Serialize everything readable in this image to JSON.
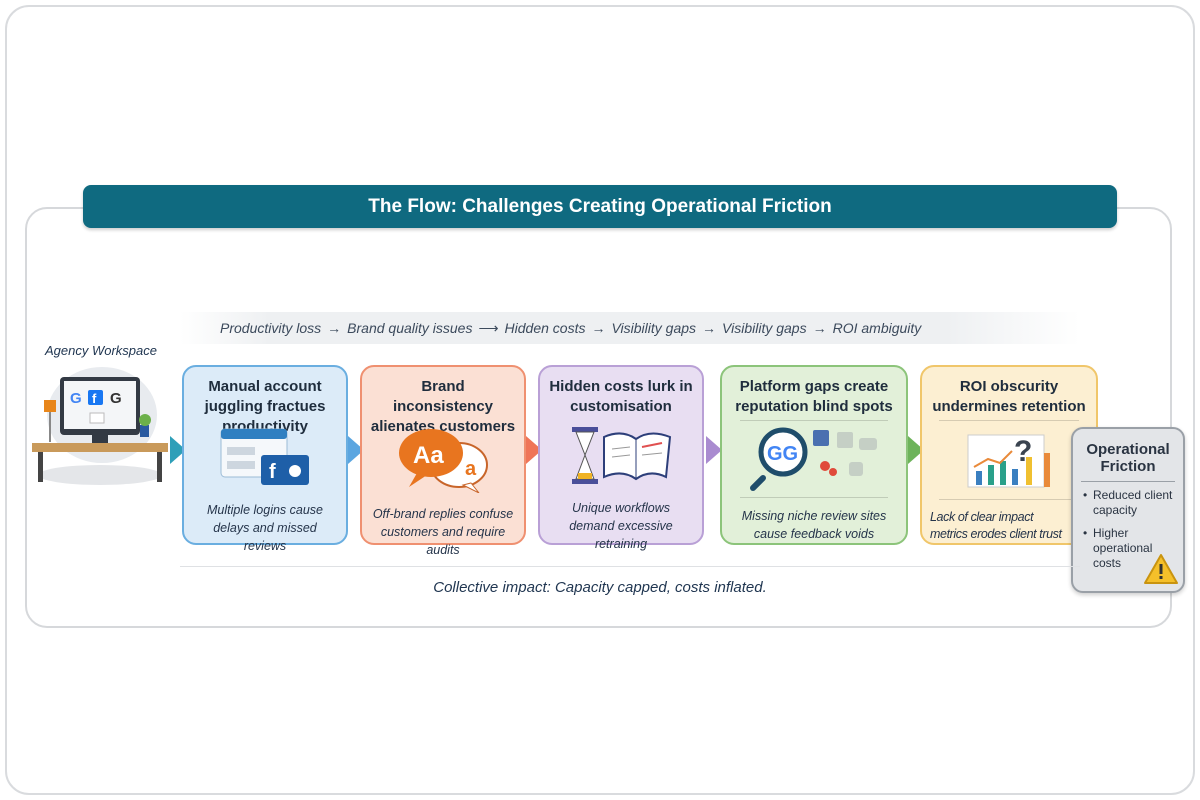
{
  "title": "The Flow: Challenges Creating Operational Friction",
  "flow": [
    "Productivity loss",
    "Brand quality issues",
    "Hidden costs",
    "Visibility gaps",
    "Visibility gaps",
    "ROI ambiguity"
  ],
  "workspace_label": "Agency Workspace",
  "cards": [
    {
      "title": "Manual account juggling fractues productivity",
      "desc": "Multiple logins cause delays and missed reviews",
      "icon": "browser-login-icon"
    },
    {
      "title": "Brand inconsistency alienates customers",
      "desc": "Off-brand replies confuse customers and require audits",
      "icon": "speech-bubbles-icon",
      "aa": "Aa",
      "a": "a"
    },
    {
      "title": "Hidden costs lurk in customisation",
      "desc": "Unique workflows demand excessive retraining",
      "icon": "hourglass-book-icon"
    },
    {
      "title": "Platform gaps create reputation blind spots",
      "desc": "Missing niche review sites cause feedback voids",
      "icon": "magnifier-icon",
      "gg": "GG"
    },
    {
      "title": "ROI obscurity undermines retention",
      "desc": "Lack of clear impact metrics erodes client trust",
      "icon": "chart-question-icon"
    }
  ],
  "friction": {
    "title": "Operational Friction",
    "items": [
      "Reduced client capacity",
      "Higher operational costs"
    ]
  },
  "caption": "Collective impact: Capacity capped, costs inflated.",
  "colors": {
    "title": "#0f6a80",
    "blue": "#6aaee0",
    "orange": "#ef9070",
    "purple": "#b9a0d6",
    "green": "#8cc47a",
    "yellow": "#f0c66a"
  }
}
